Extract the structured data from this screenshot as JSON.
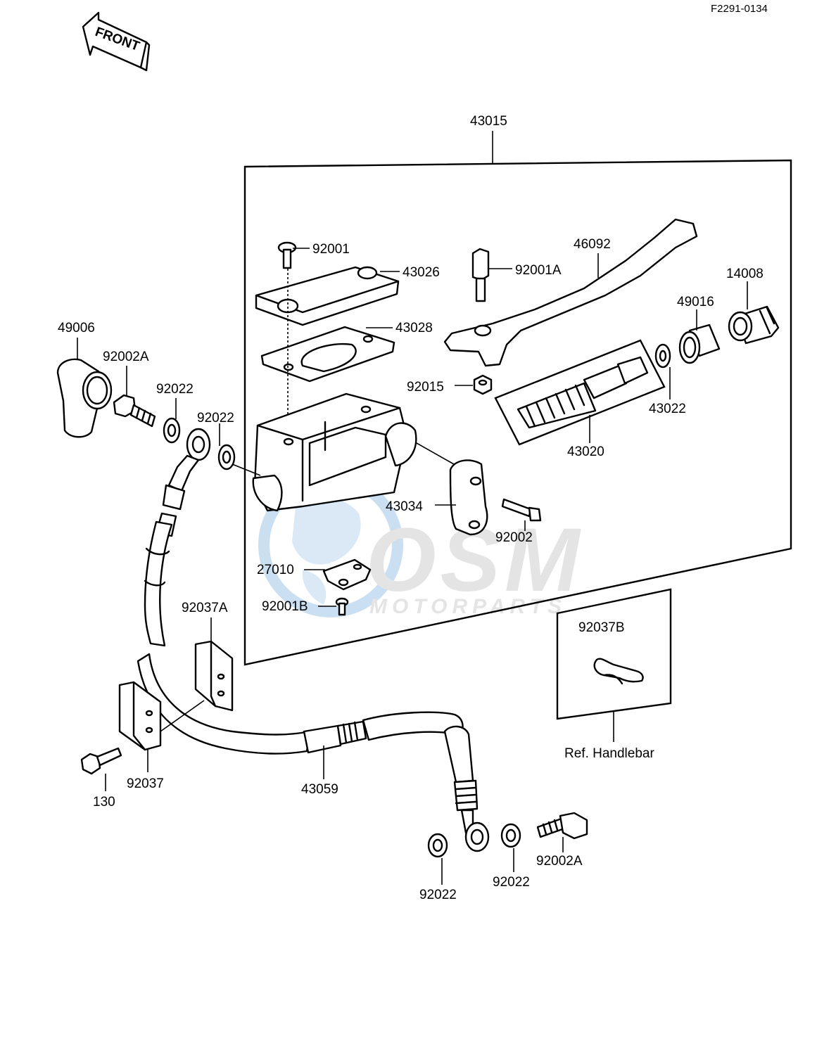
{
  "diagram_code": "F2291-0134",
  "front_label": "FRONT",
  "watermark": {
    "brand": "OSM",
    "tagline": "MOTORPARTS"
  },
  "reference_note": "Ref. Handlebar",
  "part_labels": {
    "p43015": "43015",
    "p92001": "92001",
    "p43026": "43026",
    "p92001A": "92001A",
    "p46092": "46092",
    "p14008": "14008",
    "p49016": "49016",
    "p43028": "43028",
    "p49006": "49006",
    "p92002A_top": "92002A",
    "p92022_a": "92022",
    "p92022_b": "92022",
    "p92015": "92015",
    "p43022": "43022",
    "p43020": "43020",
    "p43034": "43034",
    "p92002": "92002",
    "p27010": "27010",
    "p92001B": "92001B",
    "p92037A": "92037A",
    "p92037B": "92037B",
    "p92037": "92037",
    "p130": "130",
    "p43059": "43059",
    "p92022_c": "92022",
    "p92022_d": "92022",
    "p92002A_bottom": "92002A"
  },
  "colors": {
    "ink": "#000000",
    "paper": "#ffffff",
    "watermark_blue": "#bcd8ee",
    "watermark_gray": "#cfcfcf"
  }
}
